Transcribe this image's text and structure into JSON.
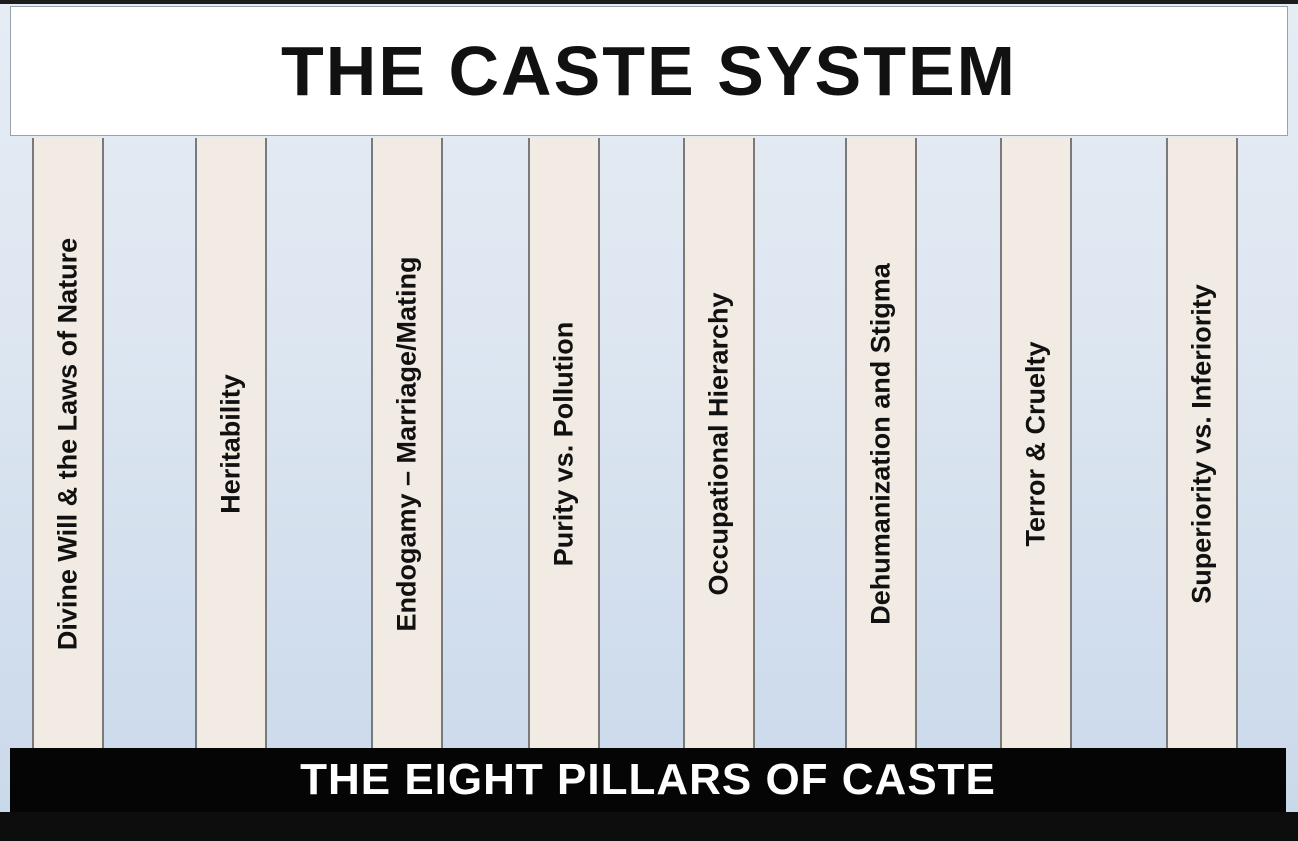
{
  "title": "THE CASTE SYSTEM",
  "pillars": [
    "Divine Will & the Laws of Nature",
    "Heritability",
    "Endogamy – Marriage/Mating",
    "Purity vs. Pollution",
    "Occupational Hierarchy",
    "Dehumanization and Stigma",
    "Terror & Cruelty",
    "Superiority vs. Inferiority"
  ],
  "base_label": "THE EIGHT PILLARS OF CASTE",
  "colors": {
    "pillar_fill": "#f1ebe4",
    "background": "#dde6f1",
    "base_bar": "#050505"
  }
}
